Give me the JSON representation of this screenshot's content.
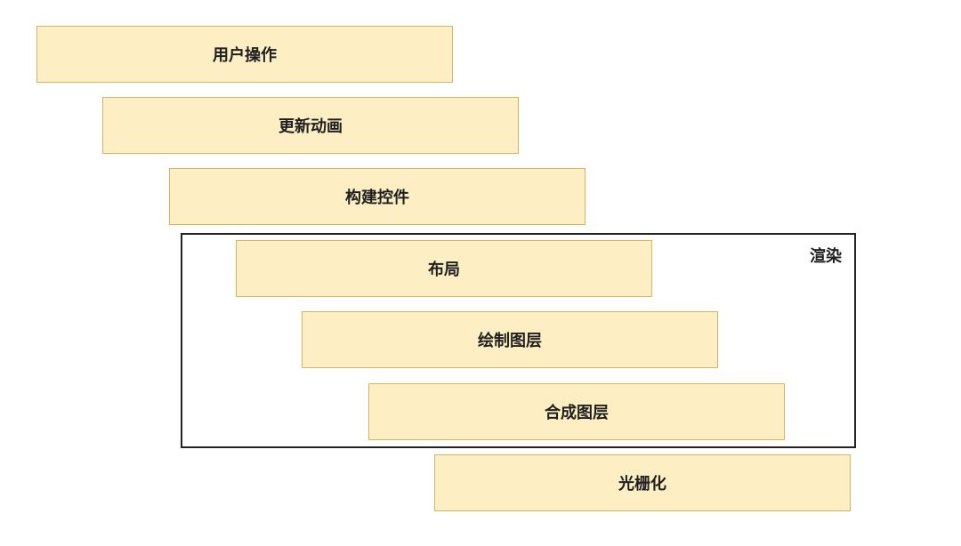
{
  "steps": [
    {
      "label": "用户操作"
    },
    {
      "label": "更新动画"
    },
    {
      "label": "构建控件"
    },
    {
      "label": "布局"
    },
    {
      "label": "绘制图层"
    },
    {
      "label": "合成图层"
    },
    {
      "label": "光栅化"
    }
  ],
  "render_group": {
    "label": "渲染"
  },
  "colors": {
    "box_fill": "#fdeec4",
    "box_border": "#d7b463",
    "group_border": "#222222",
    "text": "#1f1f1f"
  }
}
